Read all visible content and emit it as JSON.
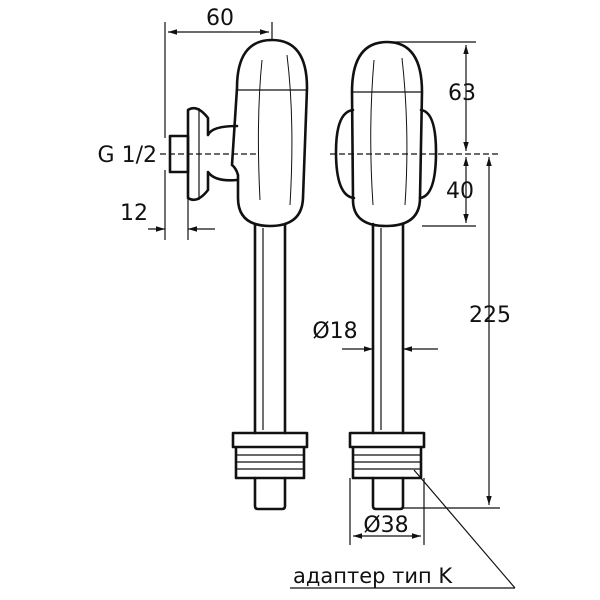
{
  "dimensions": {
    "width_top": "60",
    "thread": "G 1/2",
    "inlet_length": "12",
    "head_height": "63",
    "body_height": "40",
    "pipe_length": "225",
    "pipe_diameter": "Ø18",
    "adapter_diameter": "Ø38"
  },
  "caption": {
    "adapter": "адаптер тип K"
  },
  "colors": {
    "line": "#111111",
    "background": "#ffffff"
  }
}
